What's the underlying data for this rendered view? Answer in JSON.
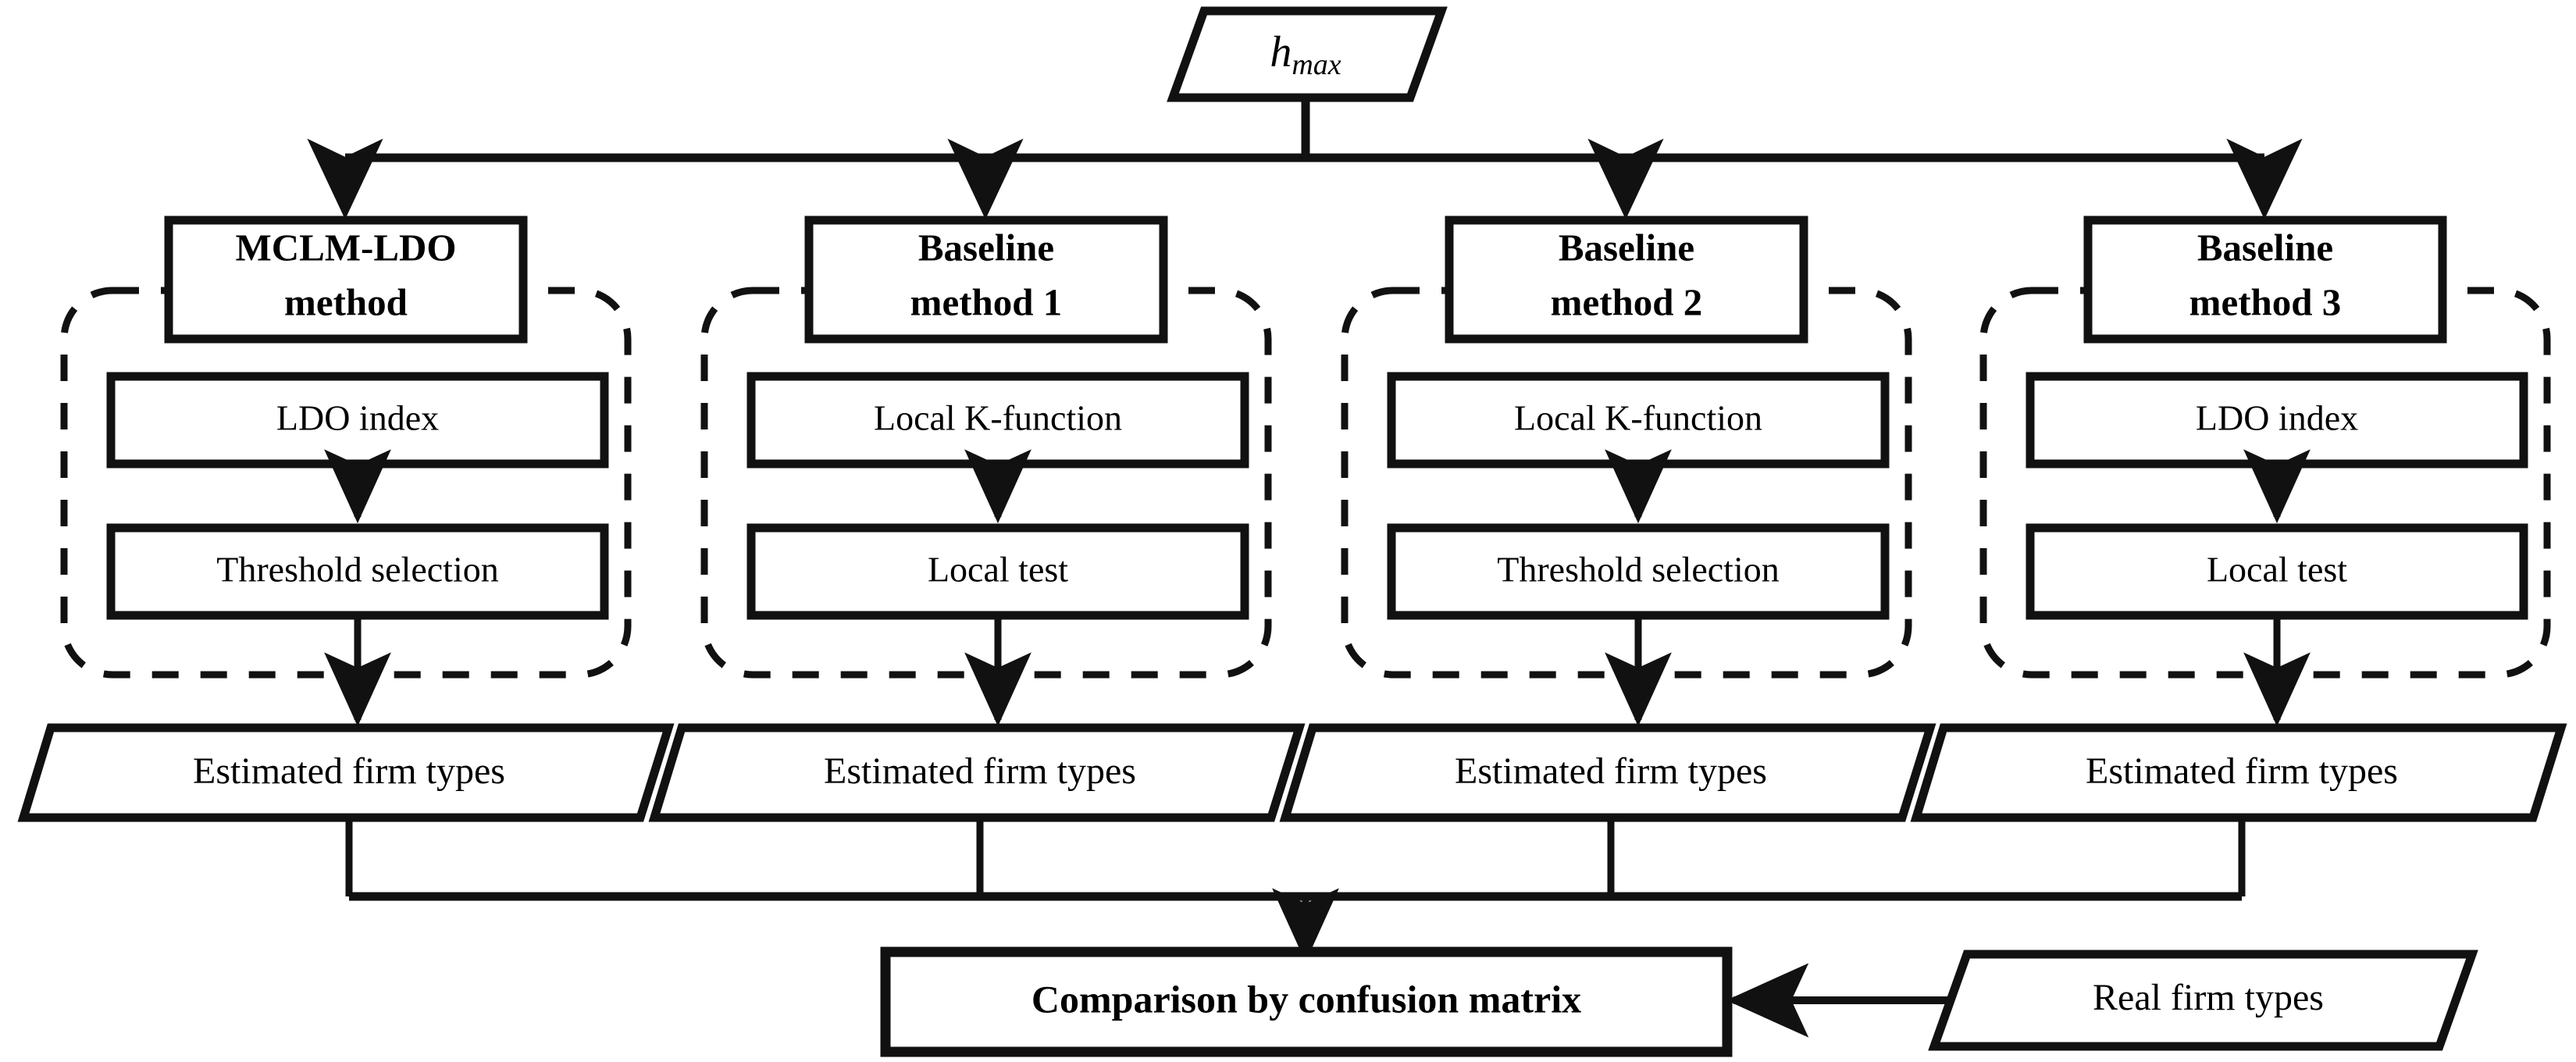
{
  "diagram": {
    "title_shape_label": "h_max",
    "title_shape_base": "h",
    "title_shape_sub": "max",
    "colors": {
      "green": "#e3eed9",
      "peach": "#fae2d4",
      "blue": "#dde3f1",
      "white": "#ffffff",
      "stroke": "#111111"
    },
    "columns": [
      {
        "header": "MCLM-LDO",
        "header_line2": "method",
        "steps": [
          {
            "label": "LDO index",
            "fill": "green"
          },
          {
            "label": "Threshold selection",
            "fill": "green"
          }
        ],
        "output": "Estimated firm types"
      },
      {
        "header": "Baseline",
        "header_line2": "method 1",
        "steps": [
          {
            "label": "Local K-function",
            "fill": "peach"
          },
          {
            "label": "Local test",
            "fill": "peach"
          }
        ],
        "output": "Estimated firm types"
      },
      {
        "header": "Baseline",
        "header_line2": "method 2",
        "steps": [
          {
            "label": "Local K-function",
            "fill": "peach"
          },
          {
            "label": "Threshold selection",
            "fill": "green"
          }
        ],
        "output": "Estimated firm types"
      },
      {
        "header": "Baseline",
        "header_line2": "method 3",
        "steps": [
          {
            "label": "LDO index",
            "fill": "green"
          },
          {
            "label": "Local test",
            "fill": "peach"
          }
        ],
        "output": "Estimated firm types"
      }
    ],
    "comparison_label": "Comparison by confusion matrix",
    "real_label": "Real firm types"
  }
}
